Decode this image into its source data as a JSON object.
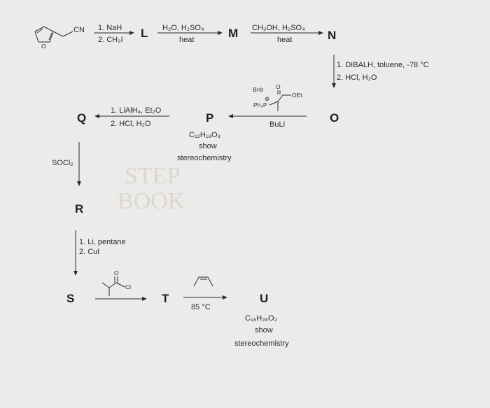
{
  "watermark": {
    "line1": "STEP",
    "line2": "BOOK"
  },
  "start": {
    "substituent": "CN"
  },
  "labels": {
    "L": "L",
    "M": "M",
    "N": "N",
    "O": "O",
    "P": "P",
    "Q": "Q",
    "R": "R",
    "S": "S",
    "T": "T",
    "U": "U"
  },
  "step1": {
    "top": "1. NaH",
    "bottom": "2. CH₃I"
  },
  "step2": {
    "top": "H₂O, H₂SO₄",
    "bottom": "heat"
  },
  "step3": {
    "top": "CH₃OH, H₂SO₄",
    "bottom": "heat"
  },
  "step4": {
    "line1": "1. DIBALH, toluene, -78 °C",
    "line2": "2. HCl, H₂O"
  },
  "step5": {
    "bromide": "Br⊖",
    "phosphonium": "Ph₃P",
    "plus": "⊕",
    "ester_o": "O",
    "ester_oet": "OEt",
    "base": "BuLi"
  },
  "P_info": {
    "formula": "C₁₂H₁₆O₃",
    "note1": "show",
    "note2": "stereochemistry"
  },
  "step6": {
    "top": "1. LiAlH₄, Et₂O",
    "bottom": "2. HCl, H₂O"
  },
  "step7": {
    "reagent": "SOCl₂"
  },
  "step8": {
    "line1": "1. Li, pentane",
    "line2": "2. CuI"
  },
  "step9": {
    "carbonyl_o": "O",
    "chloride": "Cl"
  },
  "step10": {
    "condition": "85 °C"
  },
  "U_info": {
    "formula": "C₁₈H₂₈O₂",
    "note1": "show",
    "note2": "stereochemistry"
  }
}
